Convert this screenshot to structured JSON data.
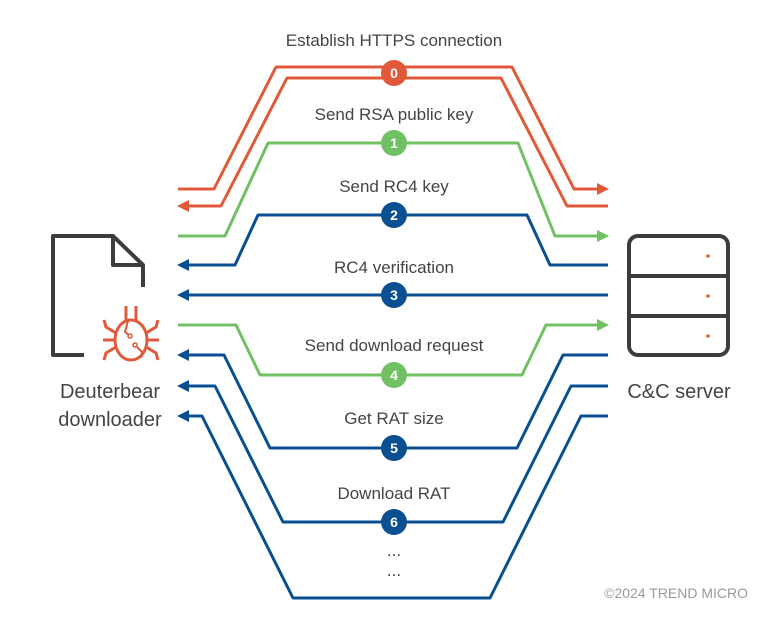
{
  "colors": {
    "orange": "#e05a3a",
    "green": "#72c064",
    "blue": "#0b4f93",
    "icon_gray": "#3d3d3d",
    "text": "#444444"
  },
  "left_entity": {
    "line1": "Deuterbear",
    "line2": "downloader",
    "icons": [
      "document-icon",
      "bug-icon"
    ]
  },
  "right_entity": {
    "label": "C&C server",
    "icon": "server-icon"
  },
  "steps": [
    {
      "number": "0",
      "label": "Establish HTTPS connection",
      "color": "orange",
      "direction": "both"
    },
    {
      "number": "1",
      "label": "Send RSA public key",
      "color": "green",
      "direction": "to-server"
    },
    {
      "number": "2",
      "label": "Send RC4 key",
      "color": "blue",
      "direction": "to-downloader"
    },
    {
      "number": "3",
      "label": "RC4 verification",
      "color": "blue",
      "direction": "to-downloader"
    },
    {
      "number": "4",
      "label": "Send download request",
      "color": "green",
      "direction": "to-server"
    },
    {
      "number": "5",
      "label": "Get RAT size",
      "color": "blue",
      "direction": "to-downloader"
    },
    {
      "number": "6",
      "label": "Download RAT",
      "color": "blue",
      "direction": "to-downloader"
    }
  ],
  "ellipsis": [
    "...",
    "..."
  ],
  "copyright": "©2024 TREND MICRO"
}
